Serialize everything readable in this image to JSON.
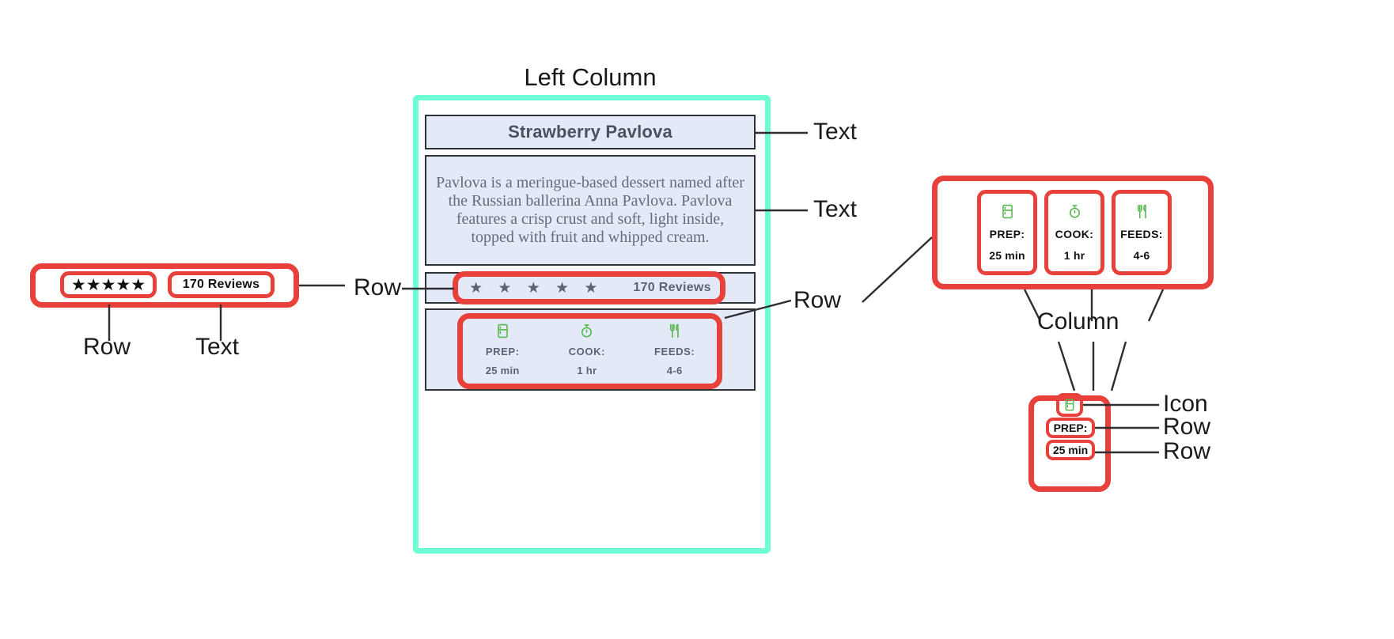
{
  "diagram": {
    "annotations": {
      "left_column": "Left Column",
      "text_title": "Text",
      "text_description": "Text",
      "row_rating_main": "Row",
      "row_metrics_main": "Row",
      "row_rating_detail": "Row",
      "text_reviews_detail": "Text",
      "column": "Column",
      "icon": "Icon",
      "row_label": "Row",
      "row_value": "Row"
    },
    "colors": {
      "container_border": "#6FFFD4",
      "highlight_ring": "#e8403a",
      "card_fill": "#e3e9f6",
      "card_border": "#2f3237",
      "card_text": "#5b6476",
      "icon_green": "#57b84f",
      "caption_text": "#1b1b1b"
    }
  },
  "recipe_card": {
    "title": "Strawberry Pavlova",
    "description": "Pavlova is a meringue-based dessert named after the Russian ballerina Anna Pavlova. Pavlova features a crisp crust and soft, light inside, topped with fruit and whipped cream.",
    "rating": {
      "stars": "★ ★ ★ ★ ★",
      "star_count": 5,
      "reviews": "170 Reviews",
      "review_count": 170
    },
    "metrics": [
      {
        "icon": "fridge-icon",
        "label": "PREP:",
        "value": "25 min"
      },
      {
        "icon": "stopwatch-icon",
        "label": "COOK:",
        "value": "1 hr"
      },
      {
        "icon": "utensils-icon",
        "label": "FEEDS:",
        "value": "4-6"
      }
    ]
  },
  "detail_left": {
    "stars": "★★★★★",
    "reviews": "170 Reviews"
  },
  "detail_right": {
    "metrics": [
      {
        "icon": "fridge-icon",
        "label": "PREP:",
        "value": "25 min"
      },
      {
        "icon": "stopwatch-icon",
        "label": "COOK:",
        "value": "1 hr"
      },
      {
        "icon": "utensils-icon",
        "label": "FEEDS:",
        "value": "4-6"
      }
    ]
  },
  "detail_column": {
    "icon": "fridge-icon",
    "label": "PREP:",
    "value": "25 min"
  }
}
